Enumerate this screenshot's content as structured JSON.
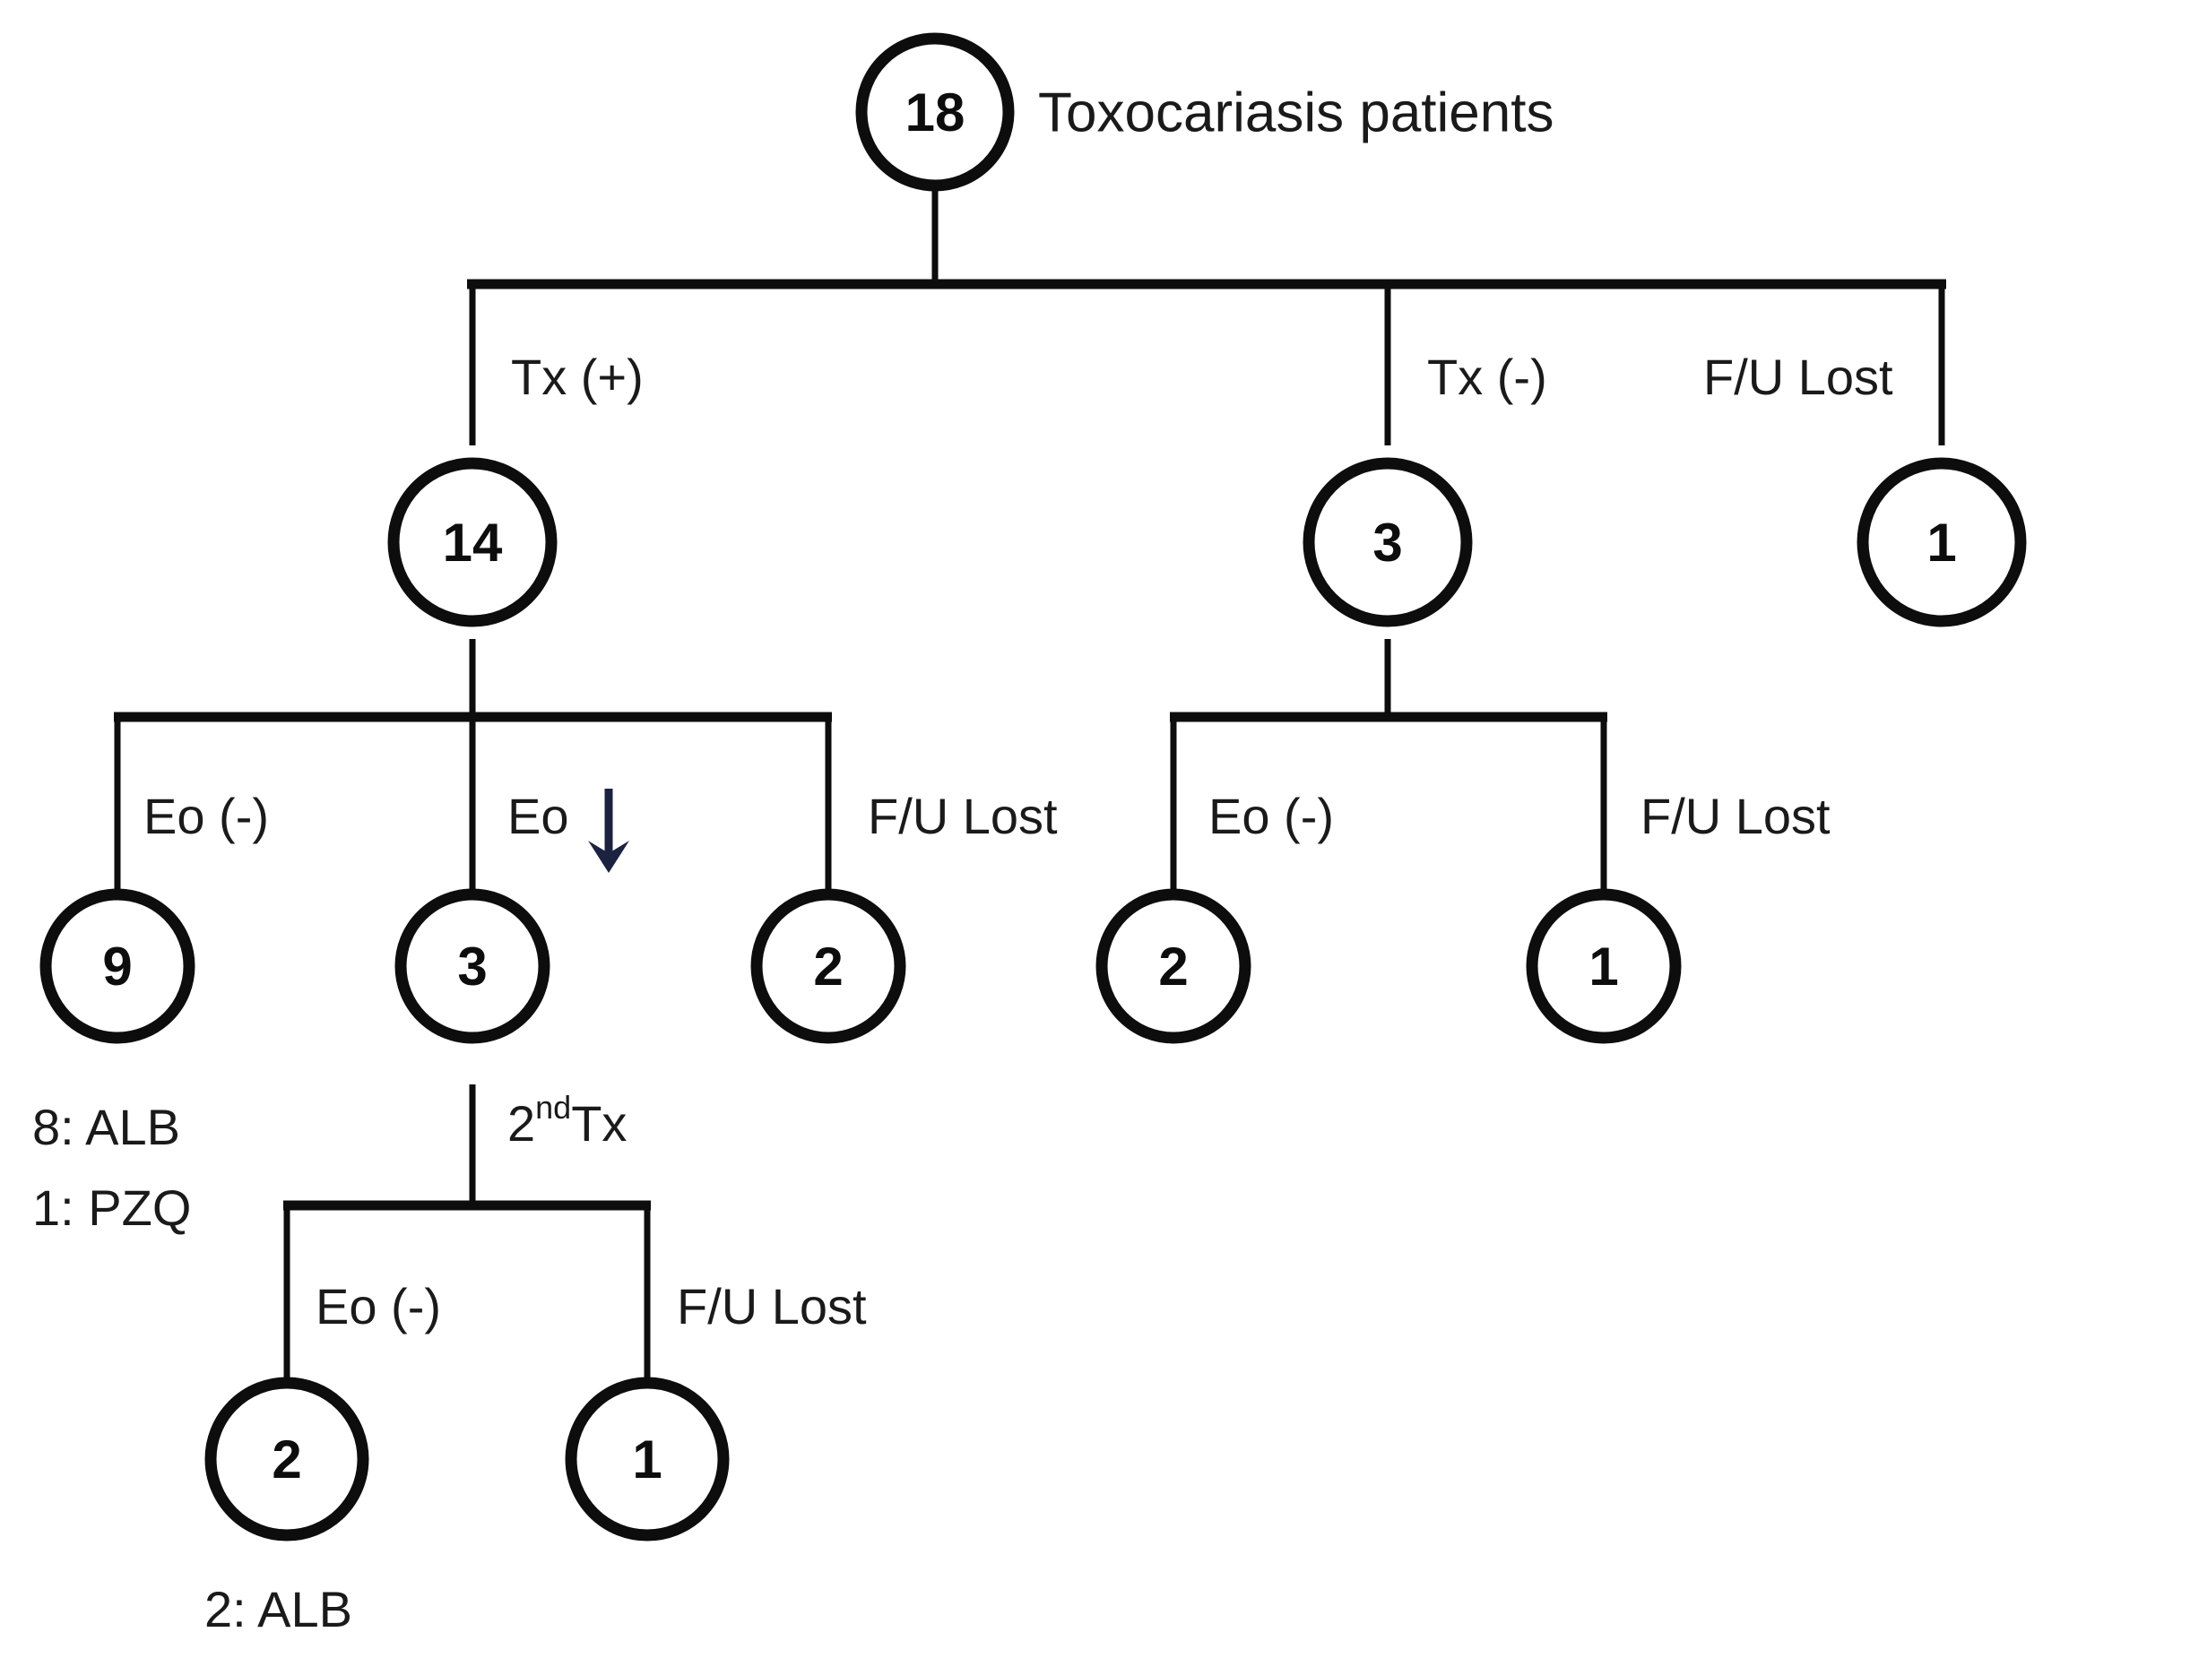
{
  "diagram": {
    "title_label": "Toxocariasis patients",
    "type": "flowchart-tree",
    "background_color": "#ffffff",
    "line_color": "#0d0d0d",
    "text_color": "#1a1a1a",
    "arrow_color": "#1c2340",
    "nodes": {
      "root": "18",
      "tx_pos": "14",
      "tx_neg": "3",
      "fu_lost_top": "1",
      "eo_neg_left": "9",
      "eo_down": "3",
      "fu_lost_mid_left": "2",
      "eo_neg_right": "2",
      "fu_lost_mid_right": "1",
      "second_eo_neg": "2",
      "second_fu_lost": "1"
    },
    "edge_labels": {
      "tx_positive": "Tx (+)",
      "tx_negative": "Tx (-)",
      "fu_lost_top": "F/U Lost",
      "eo_negative_left": "Eo (-)",
      "eo_decreased": "Eo",
      "eo_decreased_arrow": "down-arrow",
      "fu_lost_mid_left": "F/U Lost",
      "eo_negative_right": "Eo (-)",
      "fu_lost_mid_right": "F/U Lost",
      "second_tx_main": "2",
      "second_tx_sup": "nd",
      "second_tx_tail": "Tx",
      "second_eo_negative": "Eo (-)",
      "second_fu_lost": "F/U Lost"
    },
    "annotations": {
      "alb_8": "8: ALB",
      "pzq_1": "1: PZQ",
      "alb_2": "2: ALB"
    }
  }
}
